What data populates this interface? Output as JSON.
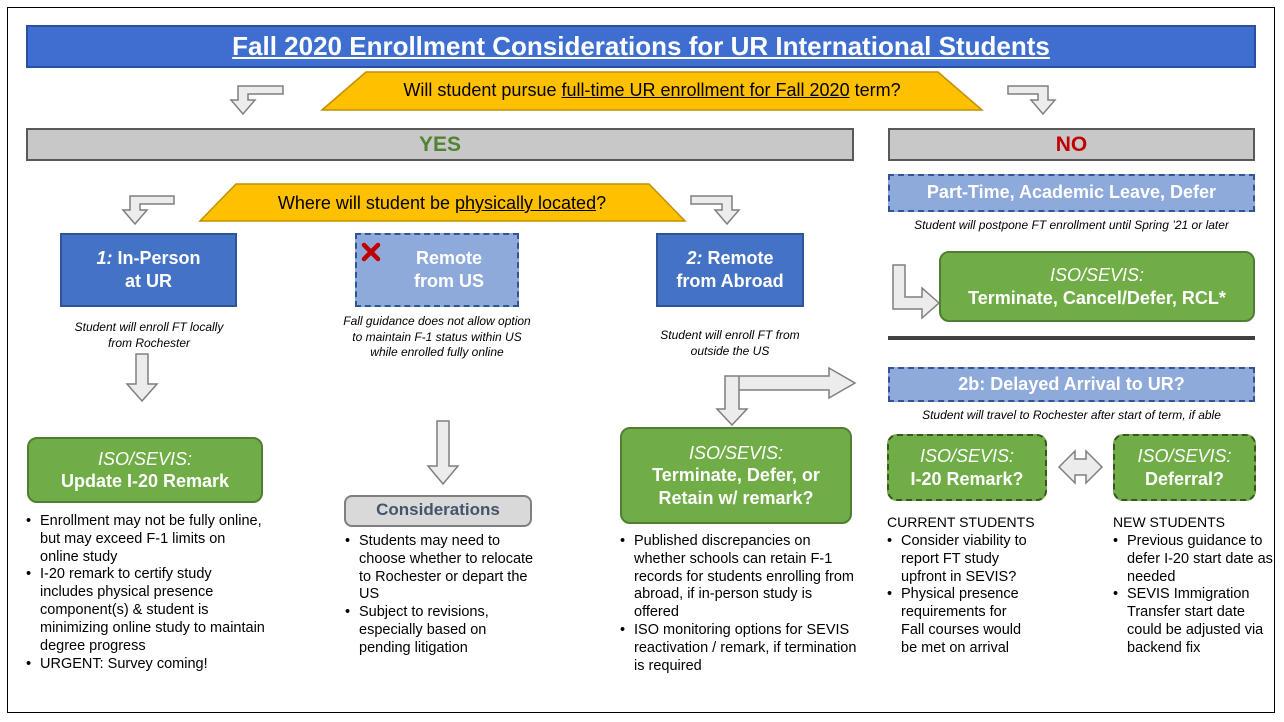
{
  "title": "Fall 2020 Enrollment Considerations for UR International Students",
  "question1": {
    "prefix": "Will student pursue ",
    "underlined": "full-time UR enrollment for Fall 2020",
    "suffix": " term?"
  },
  "yes_label": "YES",
  "no_label": "NO",
  "question2": {
    "prefix": "Where will student be ",
    "underlined": "physically located",
    "suffix": "?"
  },
  "in_person": {
    "number": "1:",
    "line1": "In-Person",
    "line2": "at UR",
    "note": "Student will enroll FT locally from Rochester"
  },
  "remote_us": {
    "line1": "Remote",
    "line2": "from US",
    "note": "Fall guidance does not allow option to maintain F-1 status within US while enrolled fully online"
  },
  "remote_abroad": {
    "number": "2:",
    "line1": "Remote",
    "line2": "from Abroad",
    "note": "Student will enroll FT from outside the US"
  },
  "part_time": {
    "label": "Part-Time, Academic Leave, Defer",
    "note": "Student will postpone FT enrollment until Spring ’21 or later"
  },
  "iso_no": {
    "sub": "ISO/SEVIS:",
    "main": "Terminate, Cancel/Defer, RCL*"
  },
  "delayed": {
    "label": "2b: Delayed Arrival to UR?",
    "note": "Student will travel to Rochester after start of term, if able"
  },
  "iso_update": {
    "sub": "ISO/SEVIS:",
    "main": "Update I-20 Remark"
  },
  "considerations": {
    "label": "Considerations"
  },
  "iso_terminate": {
    "sub": "ISO/SEVIS:",
    "main1": "Terminate, Defer, or",
    "main2": "Retain w/ remark?"
  },
  "iso_i20": {
    "sub": "ISO/SEVIS:",
    "main": "I-20 Remark?"
  },
  "iso_deferral": {
    "sub": "ISO/SEVIS:",
    "main": "Deferral?"
  },
  "bullets_inperson": [
    "Enrollment may not be fully online, but may exceed F-1 limits on online study",
    "I-20 remark to certify study includes physical presence component(s) & student is minimizing online study to maintain degree progress",
    "URGENT: Survey coming!"
  ],
  "bullets_considerations": [
    "Students may need to choose whether to relocate to Rochester or depart the US",
    "Subject to revisions, especially based on pending litigation"
  ],
  "bullets_abroad": [
    "Published discrepancies on whether schools can retain F-1 records for students enrolling from abroad, if in-person study is offered",
    "ISO monitoring options for SEVIS reactivation / remark, if termination is required"
  ],
  "current_students": {
    "header": "CURRENT STUDENTS",
    "bullets": [
      "Consider viability to report FT study upfront in SEVIS?",
      "Physical presence requirements for Fall courses would be met on arrival"
    ]
  },
  "new_students": {
    "header": "NEW STUDENTS",
    "bullets": [
      "Previous guidance to defer I-20 start date as needed",
      "SEVIS Immigration Transfer start date could be adjusted via backend fix"
    ]
  },
  "colors": {
    "title_blue": "#3e6fd0",
    "yes_green": "#548235",
    "no_red": "#c00000",
    "ribbon_gold": "#ffc000",
    "box_blue": "#4472c4",
    "box_light_blue": "#8eaadb",
    "iso_green": "#70ad47"
  },
  "icons": [
    "hollow-arrow-icon",
    "x-mark-icon",
    "double-arrow-icon"
  ]
}
